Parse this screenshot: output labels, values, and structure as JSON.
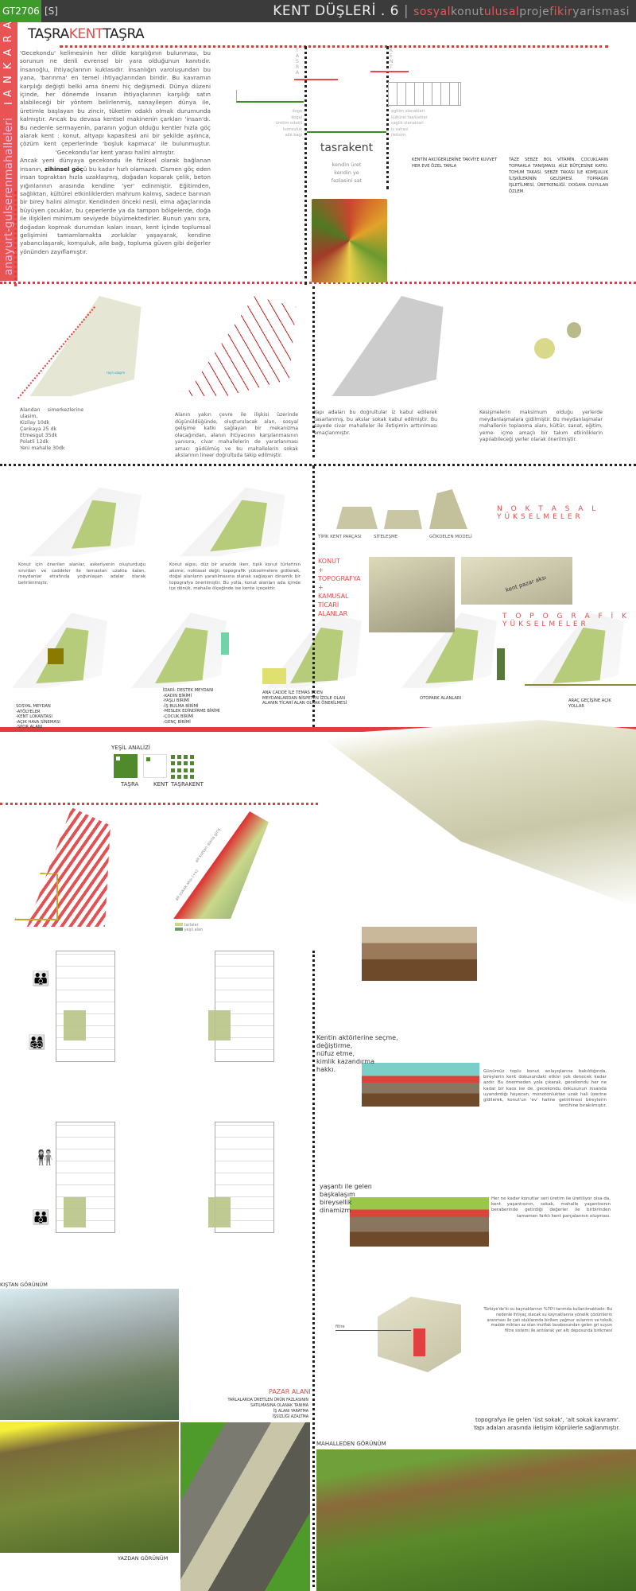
{
  "header": {
    "code": "GT2706",
    "size": "[S]",
    "competition": "KENT DÜŞLERİ . 6",
    "separator": "|",
    "subtitle_parts": [
      {
        "t": "s",
        "c": "r"
      },
      {
        "t": "osyal",
        "c": "r"
      },
      {
        "t": "konut",
        "c": "g"
      },
      {
        "t": "ulusal",
        "c": "r"
      },
      {
        "t": "proje",
        "c": "g"
      },
      {
        "t": "fikir",
        "c": "r"
      },
      {
        "t": "yarismasi",
        "c": "g"
      }
    ]
  },
  "sidebar": {
    "city": "A N K A R A",
    "sep": "I",
    "project": "anayurt-gulserenmahalleleri"
  },
  "title": {
    "a": "TAŞRA",
    "b": "KENT",
    "c": "TAŞRA"
  },
  "intro": {
    "p1": "'Gecekondu' kelimesinin her dilde karşılığının bulunması, bu sorunun ne denli evrensel bir yara olduğunun kanıtıdır. İnsanoğlu, ihtiyaçlarının kuklasıdır. İnsanlığın varoluşundan bu yana, 'barınma' en temel ihtiyaçlarından biridir. Bu kavramın karşılığı değişti belki ama önemi hiç değişmedi. Dünya düzeni içinde, her dönemde insanın ihtiyaçlarının karşılığı satın alabileceği bir yöntem belirlenmiş, sanayileşen dünya ile, üretimle başlayan bu zincir, tüketim odaklı olmak durumunda kalmıştır. Ancak bu devasa kentsel makinenin çarkları 'insan'dı. Bu nedenle sermayenin, paranın yoğun olduğu kentler hızla göç alarak kent : konut, altyapı kapasitesi ani bir şekilde aşılınca, çözüm kent çeperlerinde 'boşluk kapmaca' ile bulunmuştur. 'Gecekondu'lar kent yarası halini almıştır.",
    "p2a": "Ancak yeni dünyaya gecekondu ile fiziksel olarak bağlanan insanın, ",
    "p2b": "zihinsel göç",
    "p2c": "ü bu kadar hızlı olamazdı. Cismen göç eden insan topraktan hızla uzaklaşmış, doğadan koparak çelik, beton yığınlarının arasında kendine 'yer' edinmiştir. Eğitimden, sağlıktan, kültürel etkinliklerden mahrum kalmış, sadece barınan bir birey halini almıştır. Kendinden önceki nesli, elma ağaçlarında büyüyen çocuklar, bu çeperlerde ya da tampon bölgelerde, doğa ile ilişkileri minimum seviyede büyümektedirler. Bunun yanı sıra, doğadan kopmak durumdan kalan insan, kent içinde toplumsal gelişimini tamamlamakta zorluklar yaşayarak, kendine yabancılaşarak, komşuluk, aile bağı, topluma güven gibi değerler yönünden zayıflamıştır."
  },
  "concept": {
    "tasra_v": "T A S R A",
    "kent_v": "K E N T",
    "tasra_list": [
      "doga",
      "dogal",
      "üretim odakli",
      "komsuluk",
      "aile bagi"
    ],
    "kent_list": [
      "egitim olanaklari",
      "kültürel faaliyetler",
      "saglik olanaklari",
      "is sahasi",
      "iletisim"
    ],
    "name": "tasrakent",
    "motto": [
      "kendin üret",
      "kendin ye",
      "fazlasini sat"
    ],
    "note1": "KENTİN AKCİĞERLERİNE TAKVİYE KUVVET HER EVE ÖZEL TARLA",
    "note2": "TAZE SEBZE BOL VİTAMİN. ÇOCUKLARIN TOPRAKLA TANIŞMASI. AİLE BÜTÇESİNE KATKI. TOHUM TAKASI. SEBZE TAKASI İLE KOMŞULUK İLİŞKİLERİNİN GELİŞMESİ. TOPRAĞIN İŞLETİLMESİ, ÜRETKENLİĞİ. DOĞAYA DUYULAN ÖZLEM."
  },
  "analysis": [
    {
      "lines": [
        "Alandan simerkezlerine ulasim,",
        "Kizilay 10dk",
        "Çankaya 25 dk",
        "Etmesgut 35dk",
        "Polatli 12dk",
        "Yeni mahalle 30dk"
      ],
      "label": "raylı ulaşım"
    },
    {
      "text": "Alanın yakın çevre ile ilişkisi üzerinde düşünüldüğünde, oluşturulacak alan, sosyal gelişime katkı sağlayan bir mekanizma olacağından, alanın ihtiyacının karşılanmasının yanısıra, civar mahallelerin de yararlanması amacı güdülmüş ve bu mahallelerin sokak akslarının lineer doğrultuda takip edilmiştir."
    },
    {
      "text": "Yapı adaları bu doğrultular iz kabul edilerek tasarlanmış, bu akslar sokak kabul edilmiştir. Bu sayede civar mahalleler ile iletişimin arttırılması amaçlanmıştır."
    },
    {
      "text": "Kesişmelerin maksimum olduğu yerlerde meydanlaşmalara gidilmiştir. Bu meydanlaşmalar mahallenin toplanma alanı, kültür, sanat, eğitim, yeme- içme amaçlı bir takım etkinliklerin yapılabileceği yerler olarak önerilmiştir."
    }
  ],
  "housing": {
    "t1": "Konut için önerilen alanlar, askeriyenin oluşturduğu sınırdan ve caddeler ile temastan uzakta kalan, meydanlar etrafında yoğunlaşan adalar olarak belirlenmiştir.",
    "t2": "Konut algısı, düz bir arazide iken, tipik konut türlerinin aksine, noktasal değil, topografik yükselmelere gidilerek, doğal alanların yaratılmasına olanak sağlayan dinamik bir topografya önerilmiştir. Bu yolla, konut alanları ada içinde içe dönük, mahalle ölçeğinde ise kente içeçektir."
  },
  "elev": {
    "point_title": "N O K T A S A L  YÜKSELMELER",
    "models": [
      "TİPİK KENT PARÇASI",
      "SİTELEŞME",
      "GÖKDELEN MODELİ"
    ],
    "stack": [
      "KONUT",
      "+",
      "TOPOGRAFYA",
      "+",
      "KAMUSAL",
      "TİCARİ",
      "ALANLAR"
    ],
    "axis": "kent pazar aksı",
    "topo_title": "T O P O G R A F İ K  YÜKSELMELER"
  },
  "zones": [
    {
      "lines": [
        "SOSYAL MEYDAN",
        "-ATÖLYELER",
        "-KENT LOKANTASI",
        "-AÇIK HAVA SİNEMASI",
        "-SPOR ALANI"
      ]
    },
    {
      "lines": [
        "İDARİ- DESTEK MEYDANI",
        "-KADIN BİRİMİ",
        "-YAŞLI BİRİMİ",
        "-İŞ BULMA BİRİMİ",
        "-MESLEK EDİNDİRME BİRİMİ",
        "-ÇOCUK BİRİMİ",
        "-GENÇ BİRİMİ"
      ]
    },
    {
      "lines": [
        "ANA CADDE İLE TEMAS EDEN",
        "MEYDANLARDAN NİSPETEN İZOLE OLAN",
        "ALANIN TİCARİ ALAN OLRAK ÖNERİLMESİ"
      ]
    },
    {
      "lines": [
        "OTOPARK ALANLARI"
      ]
    },
    {
      "lines": [
        "ARAÇ GEÇİŞİNE AÇIK",
        "YOLLAR"
      ]
    }
  ],
  "green": {
    "title": "YEŞİL ANALİZİ",
    "labels": [
      "TAŞRA",
      "KENT",
      "TAŞRAKENT"
    ],
    "colors": {
      "green": "#4f8a2b",
      "red": "#d42a2a"
    }
  },
  "section": {
    "axis1": "alt kottan alana giriş",
    "axis2": "alt sokak aksı (+x)",
    "legend": [
      "tarlalar",
      "yeşil alan"
    ]
  },
  "right": {
    "h1": [
      "Kentin aktörlerine seçme,",
      "değiştirme,",
      "nüfuz etme,",
      "kimlik kazandırma",
      "hakkı."
    ],
    "t1": "Günümüz toplu konut anlayışlarına bakıldığında, bireylerin kent dokusundaki etkisi yok denecek kadar azdır. Bu önermeden yola çıkarak, gecekondu her ne kadar bir kaos ise de, gecekondu dokusunun insanda uyandırdığı heyecan, monotonluktan uzak hali üzerine gidilerek, konut'un 'ev' haline getirilmesi bireylerin tercihine bırakılmıştır.",
    "h2": [
      "yaşantı ile gelen",
      "başkalaşım",
      "bireysellik",
      "dinamizm"
    ],
    "t2": "Her ne kadar konutlar seri üretim ile üretiliyor olsa da, kent yaşantısının, sokak, mahalle yaşantısının beraberinde getirdiği değerler ile birbirinden tamamen farklı kent parçalarının oluşması.",
    "filter": "filtre",
    "t3": "Türkiye'de'ki su kaynaklarının %70'i tarımda kullanılmaktadır. Bu nedenle ihtiyaç olacak su kaynaklarına yönelik çözümlerin aranması ile çatı oluklarında biriken yağmur sularının ve toksik madde miktarı az olan mutfak lavabosundan gelen gri suyun filtre sistemi ile arıtılarak yer altı deposunda birikmesi",
    "t4": [
      "topografya ile gelen 'üst sokak', 'alt sokak kavramı'.",
      "Yapı adaları arasında iletişim köprülerle sağlanmıştır."
    ]
  },
  "views": {
    "winter": "KIŞTAN GÖRÜNÜM",
    "summer": "YAZDAN GÖRÜNÜM",
    "market_title": "PAZAR ALANI",
    "market": [
      "TARLALARDA ÜRETİLEN ÜRÜN FAZLASININ",
      "SATILMASINA OLANAK TANIMA",
      "İŞ ALANI YARATMA",
      "İŞSİZLİĞİ AZALTMA"
    ],
    "neighborhood": "MAHALLEDEN GÖRÜNÜM"
  }
}
